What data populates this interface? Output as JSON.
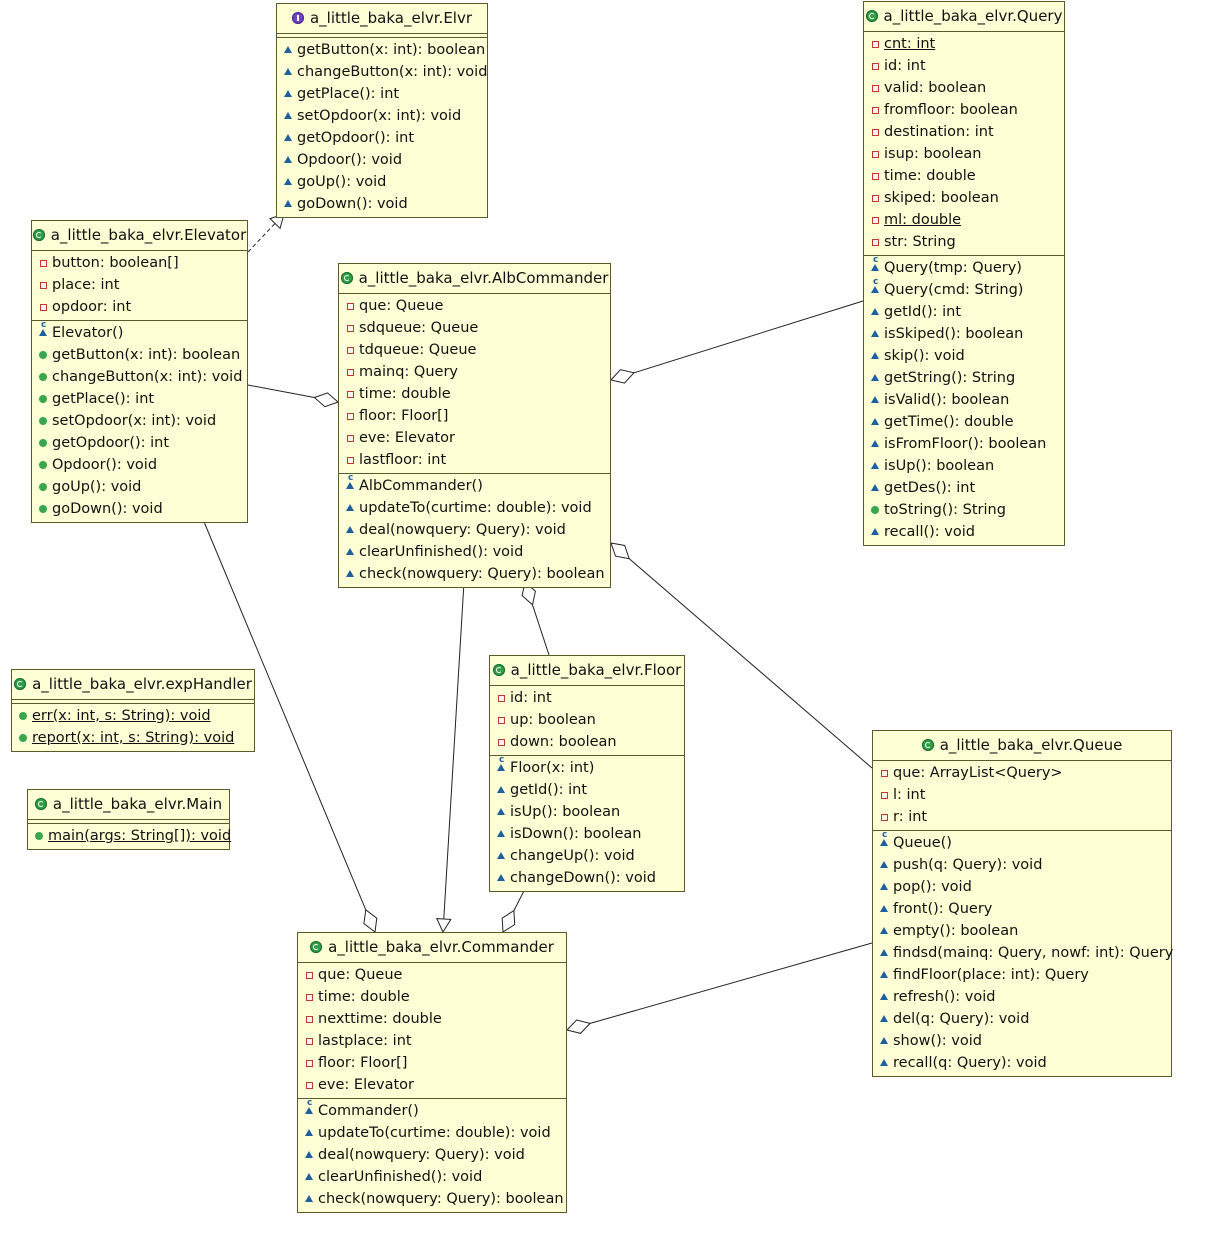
{
  "classes": [
    {
      "id": "Elvr",
      "kind": "interface",
      "title": "a_little_baka_elvr.Elvr",
      "fields": [],
      "methods": [
        {
          "v": "package",
          "text": "getButton(x: int): boolean"
        },
        {
          "v": "package",
          "text": "changeButton(x: int): void"
        },
        {
          "v": "package",
          "text": "getPlace(): int"
        },
        {
          "v": "package",
          "text": "setOpdoor(x: int): void"
        },
        {
          "v": "package",
          "text": "getOpdoor(): int"
        },
        {
          "v": "package",
          "text": "Opdoor(): void"
        },
        {
          "v": "package",
          "text": "goUp(): void"
        },
        {
          "v": "package",
          "text": "goDown(): void"
        }
      ]
    },
    {
      "id": "Query",
      "kind": "class",
      "title": "a_little_baka_elvr.Query",
      "fields": [
        {
          "v": "private",
          "text": "cnt: int",
          "static": true
        },
        {
          "v": "private",
          "text": "id: int"
        },
        {
          "v": "private",
          "text": "valid: boolean"
        },
        {
          "v": "private",
          "text": "fromfloor: boolean"
        },
        {
          "v": "private",
          "text": "destination: int"
        },
        {
          "v": "private",
          "text": "isup: boolean"
        },
        {
          "v": "private",
          "text": "time: double"
        },
        {
          "v": "private",
          "text": "skiped: boolean"
        },
        {
          "v": "private",
          "text": "ml: double",
          "static": true
        },
        {
          "v": "private",
          "text": "str: String"
        }
      ],
      "methods": [
        {
          "v": "package",
          "text": "Query(tmp: Query)",
          "ctor": true
        },
        {
          "v": "package",
          "text": "Query(cmd: String)",
          "ctor": true
        },
        {
          "v": "package",
          "text": "getId(): int"
        },
        {
          "v": "package",
          "text": "isSkiped(): boolean"
        },
        {
          "v": "package",
          "text": "skip(): void"
        },
        {
          "v": "package",
          "text": "getString(): String"
        },
        {
          "v": "package",
          "text": "isValid(): boolean"
        },
        {
          "v": "package",
          "text": "getTime(): double"
        },
        {
          "v": "package",
          "text": "isFromFloor(): boolean"
        },
        {
          "v": "package",
          "text": "isUp(): boolean"
        },
        {
          "v": "package",
          "text": "getDes(): int"
        },
        {
          "v": "public",
          "text": "toString(): String"
        },
        {
          "v": "package",
          "text": "recall(): void"
        }
      ]
    },
    {
      "id": "Elevator",
      "kind": "class",
      "title": "a_little_baka_elvr.Elevator",
      "fields": [
        {
          "v": "private",
          "text": "button: boolean[]"
        },
        {
          "v": "private",
          "text": "place: int"
        },
        {
          "v": "private",
          "text": "opdoor: int"
        }
      ],
      "methods": [
        {
          "v": "package",
          "text": "Elevator()",
          "ctor": true
        },
        {
          "v": "public",
          "text": "getButton(x: int): boolean"
        },
        {
          "v": "public",
          "text": "changeButton(x: int): void"
        },
        {
          "v": "public",
          "text": "getPlace(): int"
        },
        {
          "v": "public",
          "text": "setOpdoor(x: int): void"
        },
        {
          "v": "public",
          "text": "getOpdoor(): int"
        },
        {
          "v": "public",
          "text": "Opdoor(): void"
        },
        {
          "v": "public",
          "text": "goUp(): void"
        },
        {
          "v": "public",
          "text": "goDown(): void"
        }
      ]
    },
    {
      "id": "AlbCommander",
      "kind": "class",
      "title": "a_little_baka_elvr.AlbCommander",
      "fields": [
        {
          "v": "private",
          "text": "que: Queue"
        },
        {
          "v": "private",
          "text": "sdqueue: Queue"
        },
        {
          "v": "private",
          "text": "tdqueue: Queue"
        },
        {
          "v": "private",
          "text": "mainq: Query"
        },
        {
          "v": "private",
          "text": "time: double"
        },
        {
          "v": "private",
          "text": "floor: Floor[]"
        },
        {
          "v": "private",
          "text": "eve: Elevator"
        },
        {
          "v": "private",
          "text": "lastfloor: int"
        }
      ],
      "methods": [
        {
          "v": "package",
          "text": "AlbCommander()",
          "ctor": true
        },
        {
          "v": "package",
          "text": "updateTo(curtime: double): void"
        },
        {
          "v": "package",
          "text": "deal(nowquery: Query): void"
        },
        {
          "v": "package",
          "text": "clearUnfinished(): void"
        },
        {
          "v": "package",
          "text": "check(nowquery: Query): boolean"
        }
      ]
    },
    {
      "id": "expHandler",
      "kind": "class",
      "title": "a_little_baka_elvr.expHandler",
      "fields": [],
      "methods": [
        {
          "v": "public",
          "text": "err(x: int, s: String): void",
          "static": true
        },
        {
          "v": "public",
          "text": "report(x: int, s: String): void",
          "static": true
        }
      ]
    },
    {
      "id": "Main",
      "kind": "class",
      "title": "a_little_baka_elvr.Main",
      "fields": [],
      "methods": [
        {
          "v": "public",
          "text": "main(args: String[]): void",
          "static": true
        }
      ]
    },
    {
      "id": "Floor",
      "kind": "class",
      "title": "a_little_baka_elvr.Floor",
      "fields": [
        {
          "v": "private",
          "text": "id: int"
        },
        {
          "v": "private",
          "text": "up: boolean"
        },
        {
          "v": "private",
          "text": "down: boolean"
        }
      ],
      "methods": [
        {
          "v": "package",
          "text": "Floor(x: int)",
          "ctor": true
        },
        {
          "v": "package",
          "text": "getId(): int"
        },
        {
          "v": "package",
          "text": "isUp(): boolean"
        },
        {
          "v": "package",
          "text": "isDown(): boolean"
        },
        {
          "v": "package",
          "text": "changeUp(): void"
        },
        {
          "v": "package",
          "text": "changeDown(): void"
        }
      ]
    },
    {
      "id": "Queue",
      "kind": "class",
      "title": "a_little_baka_elvr.Queue",
      "fields": [
        {
          "v": "private",
          "text": "que: ArrayList<Query>"
        },
        {
          "v": "private",
          "text": "l: int"
        },
        {
          "v": "private",
          "text": "r: int"
        }
      ],
      "methods": [
        {
          "v": "package",
          "text": "Queue()",
          "ctor": true
        },
        {
          "v": "package",
          "text": "push(q: Query): void"
        },
        {
          "v": "package",
          "text": "pop(): void"
        },
        {
          "v": "package",
          "text": "front(): Query"
        },
        {
          "v": "package",
          "text": "empty(): boolean"
        },
        {
          "v": "package",
          "text": "findsd(mainq: Query, nowf: int): Query"
        },
        {
          "v": "package",
          "text": "findFloor(place: int): Query"
        },
        {
          "v": "package",
          "text": "refresh(): void"
        },
        {
          "v": "package",
          "text": "del(q: Query): void"
        },
        {
          "v": "package",
          "text": "show(): void"
        },
        {
          "v": "package",
          "text": "recall(q: Query): void"
        }
      ]
    },
    {
      "id": "Commander",
      "kind": "class",
      "title": "a_little_baka_elvr.Commander",
      "fields": [
        {
          "v": "private",
          "text": "que: Queue"
        },
        {
          "v": "private",
          "text": "time: double"
        },
        {
          "v": "private",
          "text": "nexttime: double"
        },
        {
          "v": "private",
          "text": "lastplace: int"
        },
        {
          "v": "private",
          "text": "floor: Floor[]"
        },
        {
          "v": "private",
          "text": "eve: Elevator"
        }
      ],
      "methods": [
        {
          "v": "package",
          "text": "Commander()",
          "ctor": true
        },
        {
          "v": "package",
          "text": "updateTo(curtime: double): void"
        },
        {
          "v": "package",
          "text": "deal(nowquery: Query): void"
        },
        {
          "v": "package",
          "text": "clearUnfinished(): void"
        },
        {
          "v": "package",
          "text": "check(nowquery: Query): boolean"
        }
      ]
    }
  ],
  "relations": [
    {
      "from": "Elevator",
      "to": "Elvr",
      "type": "realization"
    },
    {
      "from": "Elevator",
      "to": "AlbCommander",
      "type": "aggregation"
    },
    {
      "from": "Query",
      "to": "AlbCommander",
      "type": "aggregation"
    },
    {
      "from": "Queue",
      "to": "AlbCommander",
      "type": "aggregation"
    },
    {
      "from": "Floor",
      "to": "AlbCommander",
      "type": "aggregation"
    },
    {
      "from": "AlbCommander",
      "to": "Commander",
      "type": "generalization"
    },
    {
      "from": "Elevator",
      "to": "Commander",
      "type": "aggregation"
    },
    {
      "from": "Floor",
      "to": "Commander",
      "type": "aggregation"
    },
    {
      "from": "Queue",
      "to": "Commander",
      "type": "aggregation"
    }
  ],
  "colors": {
    "box_fill": "#ffffd5",
    "box_border": "#5a5a2a",
    "line": "#222222"
  }
}
